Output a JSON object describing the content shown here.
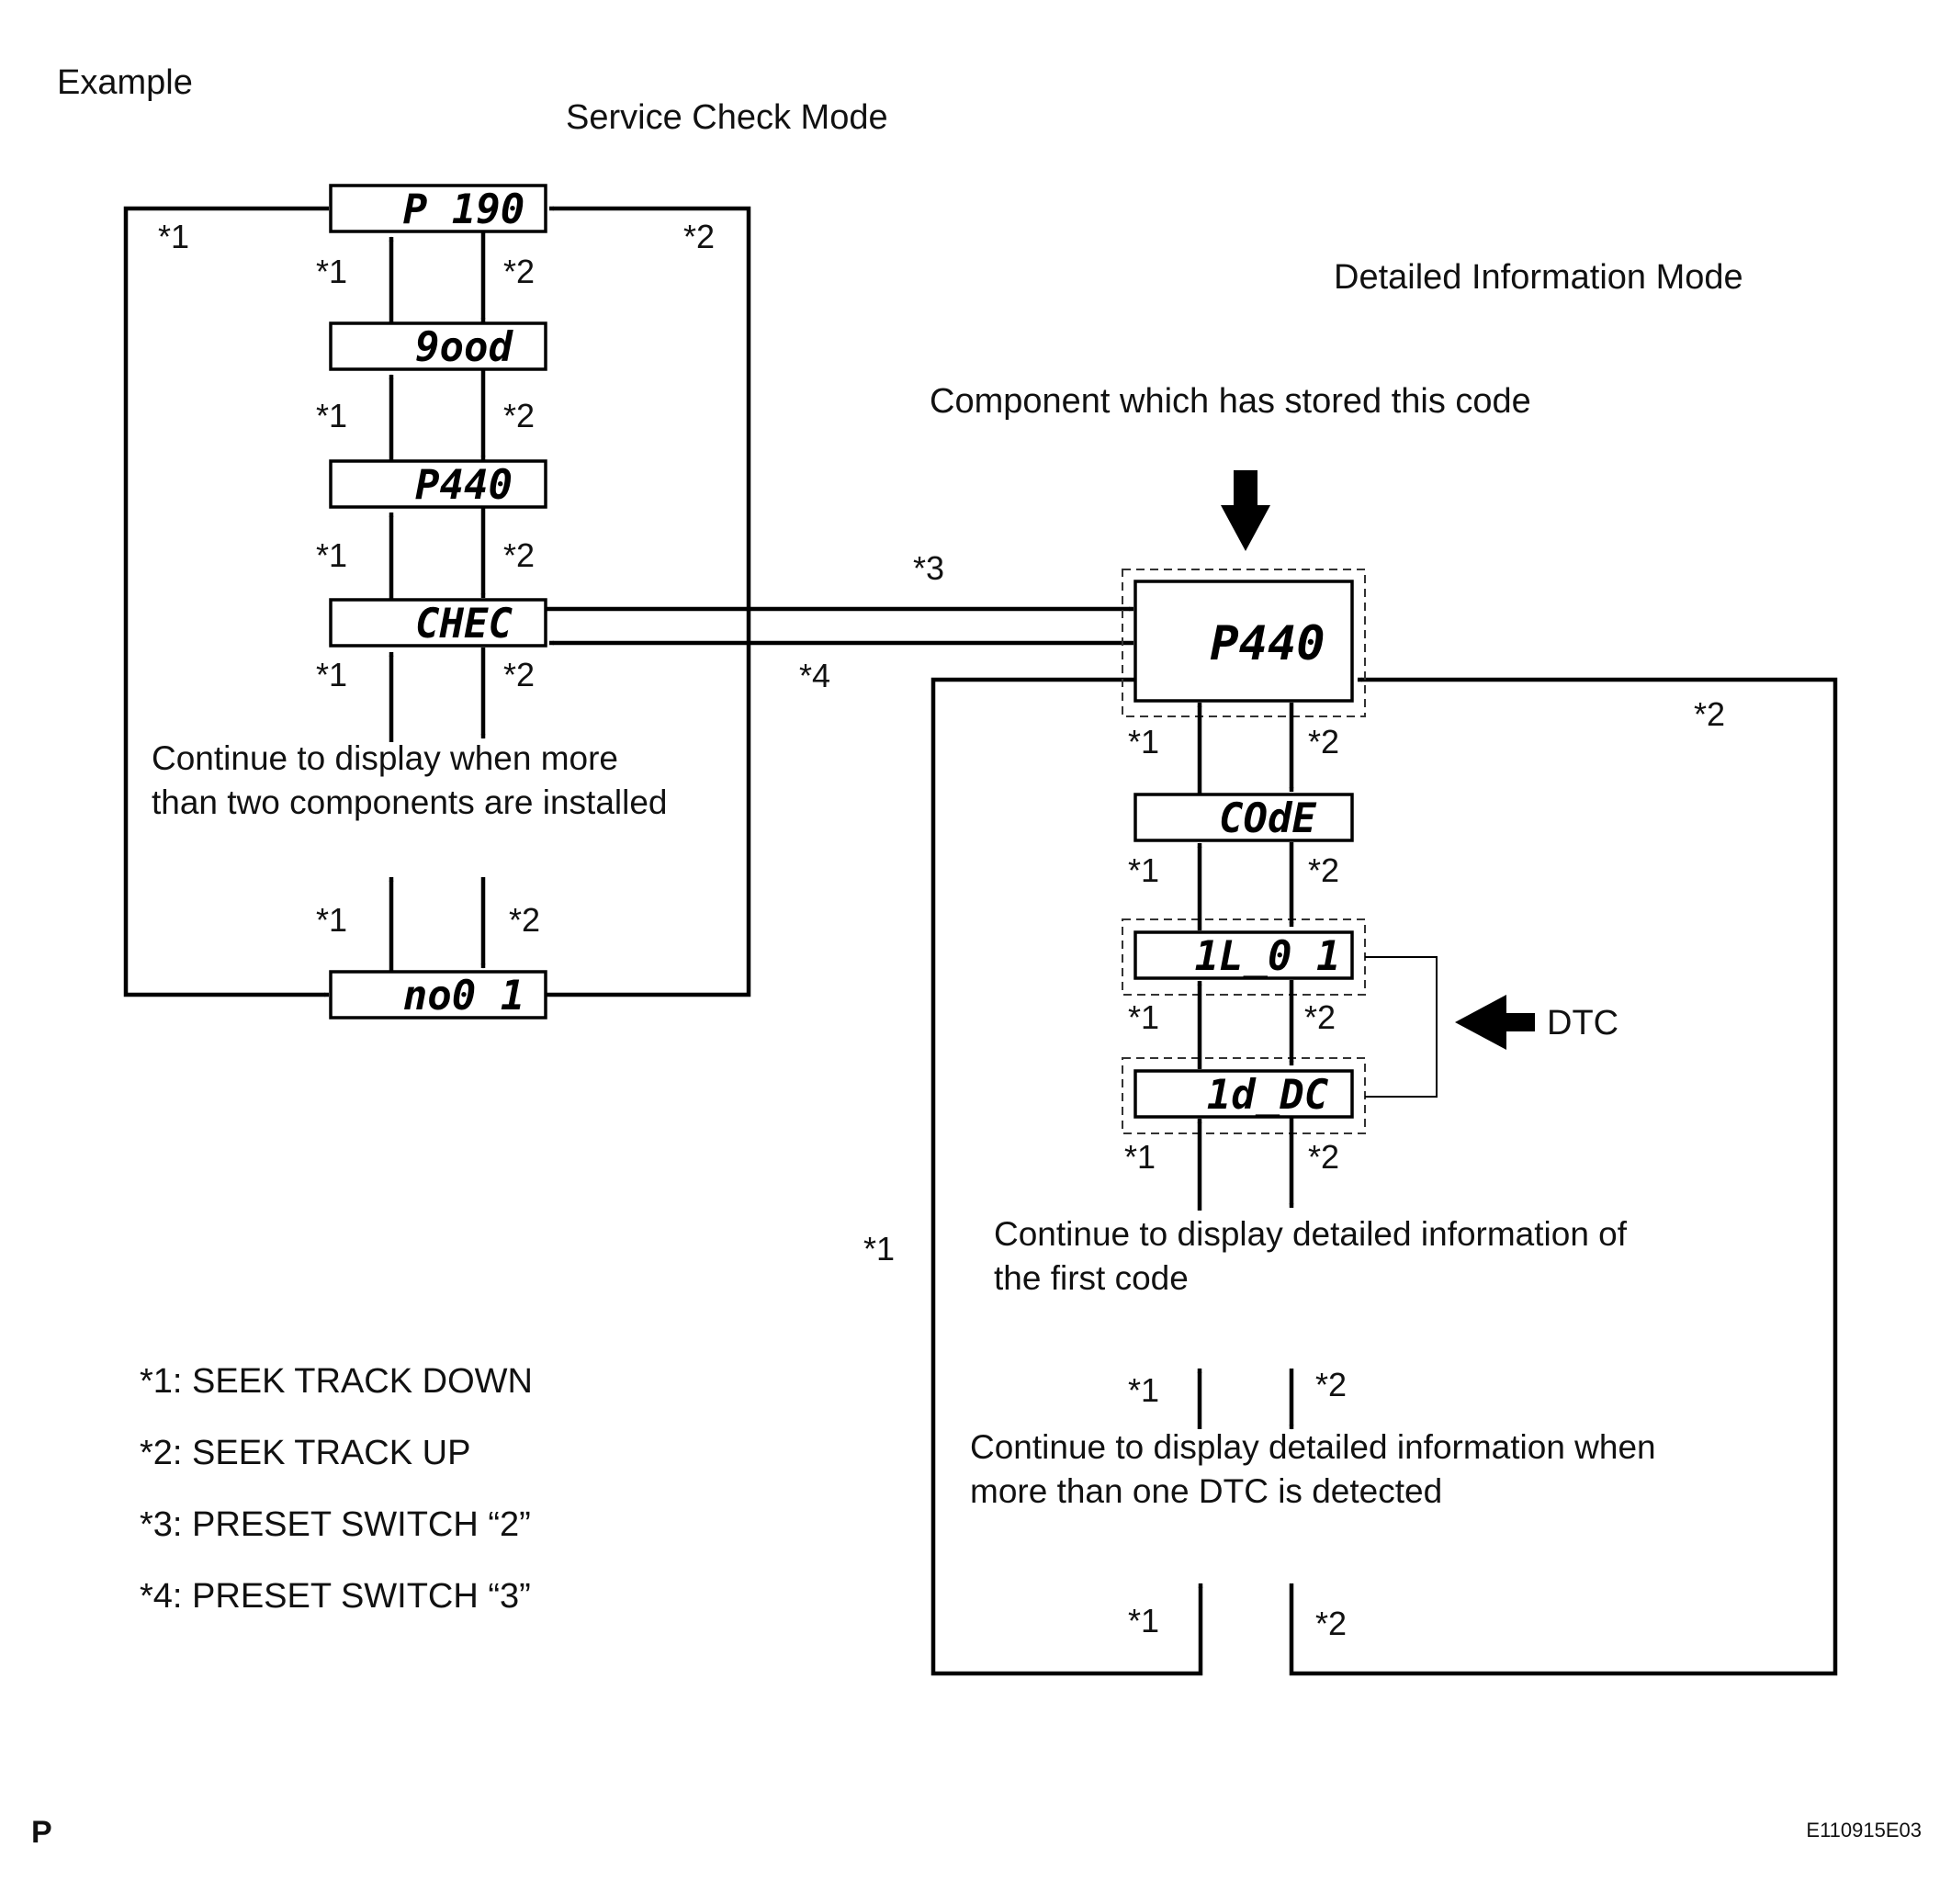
{
  "title": "Example",
  "service_mode": {
    "title": "Service Check Mode",
    "displays": [
      "P 190",
      "9ood",
      "P440",
      "CHEC",
      "no0 1"
    ],
    "continue_note": [
      "Continue to display when more",
      "than two components are installed"
    ]
  },
  "detail_mode": {
    "title": "Detailed Information Mode",
    "component_note": "Component which has stored this code",
    "displays": [
      "P440",
      "COdE",
      "1L_0 1",
      "1d_DC"
    ],
    "dtc_label": "DTC",
    "first_code_note": [
      "Continue to display detailed information of",
      "the first code"
    ],
    "more_dtc_note": [
      "Continue to display detailed information when",
      "more than one DTC is detected"
    ]
  },
  "marks": {
    "m1": "*1",
    "m2": "*2",
    "m3": "*3",
    "m4": "*4"
  },
  "legend": [
    "*1: SEEK TRACK DOWN",
    "*2: SEEK TRACK UP",
    "*3: PRESET SWITCH “2”",
    "*4: PRESET SWITCH “3”"
  ],
  "footer": {
    "left": "P",
    "code": "E110915E03"
  }
}
